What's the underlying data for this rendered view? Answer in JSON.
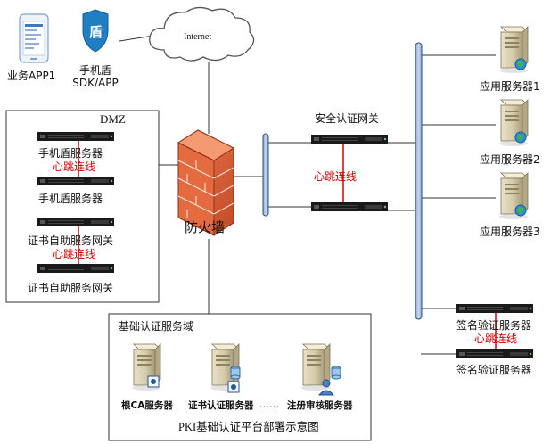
{
  "clients": {
    "app_label": "业务APP1",
    "shield_label_line1": "手机盾",
    "shield_label_line2": "SDK/APP",
    "shield_glyph": "盾",
    "internet_label": "Internet"
  },
  "dmz": {
    "title": "DMZ",
    "shield_server_1": "手机盾服务器",
    "heartbeat_1": "心跳连线",
    "shield_server_2": "手机盾服务器",
    "selfservice_gw_1": "证书自助服务网关",
    "heartbeat_2": "心跳连线",
    "selfservice_gw_2": "证书自助服务网关"
  },
  "firewall": {
    "label": "防火墙"
  },
  "gateway": {
    "title": "安全认证网关",
    "heartbeat": "心跳连线"
  },
  "app_servers": [
    "应用服务器1",
    "应用服务器2",
    "应用服务器3"
  ],
  "sign_servers": {
    "server_1": "签名验证服务器",
    "heartbeat": "心跳连线",
    "server_2": "签名验证服务器"
  },
  "base_domain": {
    "title": "基础认证服务域",
    "root_ca": "根CA服务器",
    "cert_auth": "证书认证服务器",
    "ellipsis": "……",
    "reg_audit": "注册审核服务器"
  },
  "caption": "PKI基础认证平台部署示意图",
  "colors": {
    "rack": "#1a1a1a",
    "heartbeat": "#d40000",
    "bus_fill": "#a9bfdf",
    "bus_stroke": "#2d4e7e",
    "firewall": "#d9603a",
    "line": "#333333"
  }
}
